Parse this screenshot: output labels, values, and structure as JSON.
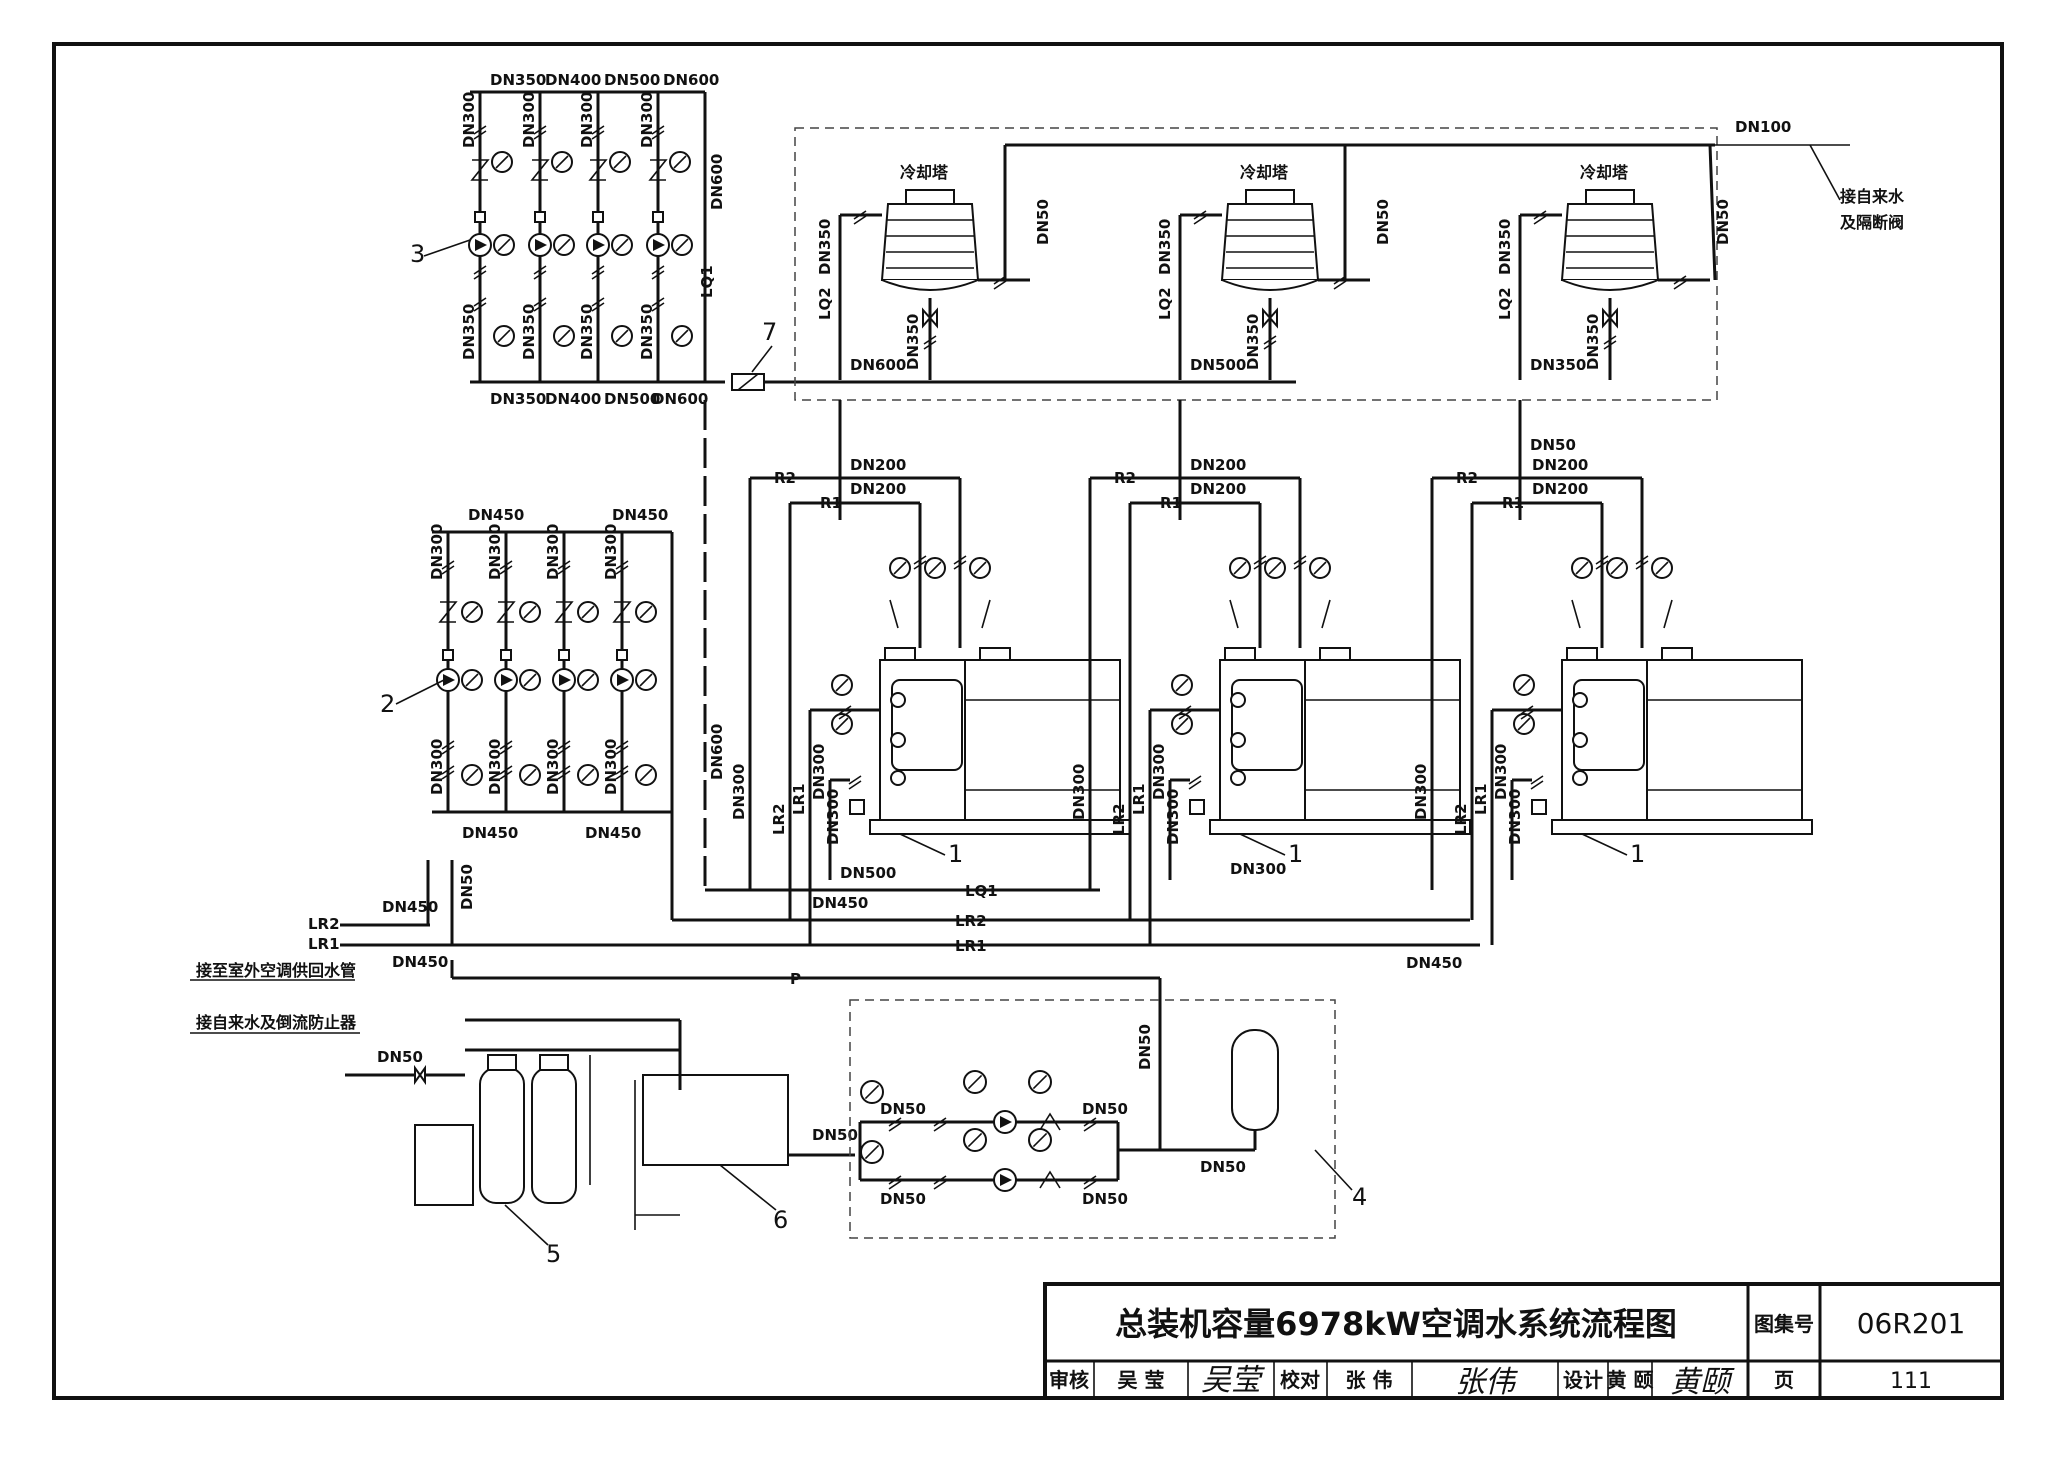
{
  "drawing": {
    "title": "总装机容量6978kW空调水系统流程图",
    "atlas_label": "图集号",
    "atlas_no": "06R201",
    "page_label": "页",
    "page_no": "111",
    "review_label": "审核",
    "reviewer": "吴 莹",
    "reviewer_sig": "吴莹",
    "check_label": "校对",
    "checker": "张 伟",
    "checker_sig": "张伟",
    "design_label": "设计",
    "designer": "黄 颐",
    "designer_sig": "黄颐"
  },
  "equipment": {
    "cooling_tower": "冷却塔",
    "item_numbers": [
      "1",
      "2",
      "3",
      "4",
      "5",
      "6",
      "7"
    ]
  },
  "annotations": {
    "city_water_top": [
      "接自来水",
      "及隔断阀"
    ],
    "outdoor_pipe": "接至室外空调供回水管",
    "city_water_backflow": "接自来水及倒流防止器"
  },
  "pipe_labels": {
    "dn50": "DN50",
    "dn100": "DN100",
    "dn200": "DN200",
    "dn300": "DN300",
    "dn350": "DN350",
    "dn400": "DN400",
    "dn450": "DN450",
    "dn500": "DN500",
    "dn600": "DN600",
    "lq1": "LQ1",
    "lq2": "LQ2",
    "r1": "R1",
    "r2": "R2",
    "lr1": "LR1",
    "lr2": "LR2",
    "p": "P"
  },
  "colors": {
    "line": "#111111",
    "paper": "#ffffff",
    "frame_dash": "#444444"
  }
}
